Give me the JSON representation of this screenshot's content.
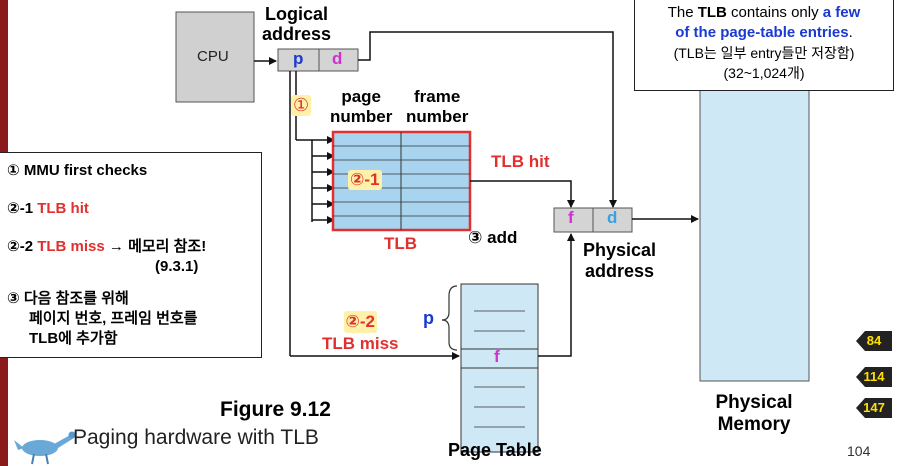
{
  "cpu_label": "CPU",
  "logical_address": [
    "Logical",
    "address"
  ],
  "addr_p": "p",
  "addr_d": "d",
  "step1_marker": "①",
  "tlb_headers": {
    "page": [
      "page",
      "number"
    ],
    "frame": [
      "frame",
      "number"
    ]
  },
  "step21_marker": "②-1",
  "tlb_label": "TLB",
  "tlb_hit": "TLB hit",
  "step3_add": "③ add",
  "phys_f": "f",
  "phys_d": "d",
  "physical_address": [
    "Physical",
    "address"
  ],
  "step22": [
    "②-2",
    "TLB miss"
  ],
  "pt_p": "p",
  "pt_f": "f",
  "page_table_label": "Page Table",
  "physical_memory": [
    "Physical",
    "Memory"
  ],
  "figure_title": "Figure 9.12",
  "figure_caption": "Paging hardware with TLB",
  "page_number": "104",
  "info_box": {
    "line1_pre": "The ",
    "line1_tlb": "TLB",
    "line1_mid": " contains only ",
    "line1_hl": "a few",
    "line2_hl": "of the page-table entries",
    "line2_post": ".",
    "line3": "(TLB는 일부 entry들만 저장함)",
    "line4": "(32~1,024개)"
  },
  "steps_box": {
    "s1": "① MMU first checks",
    "s21_num": "②-1 ",
    "s21_red": "TLB hit",
    "s22_num": "②-2 ",
    "s22_red": "TLB miss",
    "s22_rest": " → 메모리 참조!",
    "s22_ref": "(9.3.1)",
    "s3_line1": "③ 다음 참조를 위해",
    "s3_line2": "페이지 번호, 프레임 번호를",
    "s3_line3": "TLB에 추가함"
  },
  "nav_badges": [
    "84",
    "114",
    "147"
  ],
  "colors": {
    "accent_red": "#e03030",
    "p_blue": "#1a3ad0",
    "f_magenta": "#d030d0",
    "d_lightblue": "#3aa0e0",
    "memory_fill": "#cfe8f5",
    "nav_yellow": "#ffe000"
  }
}
